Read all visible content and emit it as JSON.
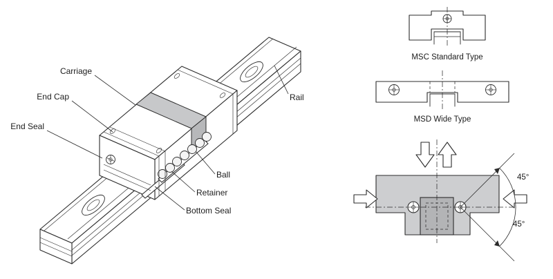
{
  "figure": {
    "isometric": {
      "callouts": {
        "carriage": "Carriage",
        "end_cap": "End Cap",
        "end_seal": "End Seal",
        "rail": "Rail",
        "ball": "Ball",
        "retainer": "Retainer",
        "bottom_seal": "Bottom Seal"
      }
    },
    "cross_sections": {
      "msc_label": "MSC Standard Type",
      "msd_label": "MSD Wide Type"
    },
    "load_diagram": {
      "angle_upper": "45°",
      "angle_lower": "45°"
    },
    "colors": {
      "line": "#2b2b2b",
      "cutaway_gray": "#c7c8ca",
      "cutaway_gray_dark": "#b7b8ba",
      "section_body_gray": "#cdced0",
      "section_rail_gray": "#b3b4b6",
      "background": "#ffffff"
    }
  }
}
